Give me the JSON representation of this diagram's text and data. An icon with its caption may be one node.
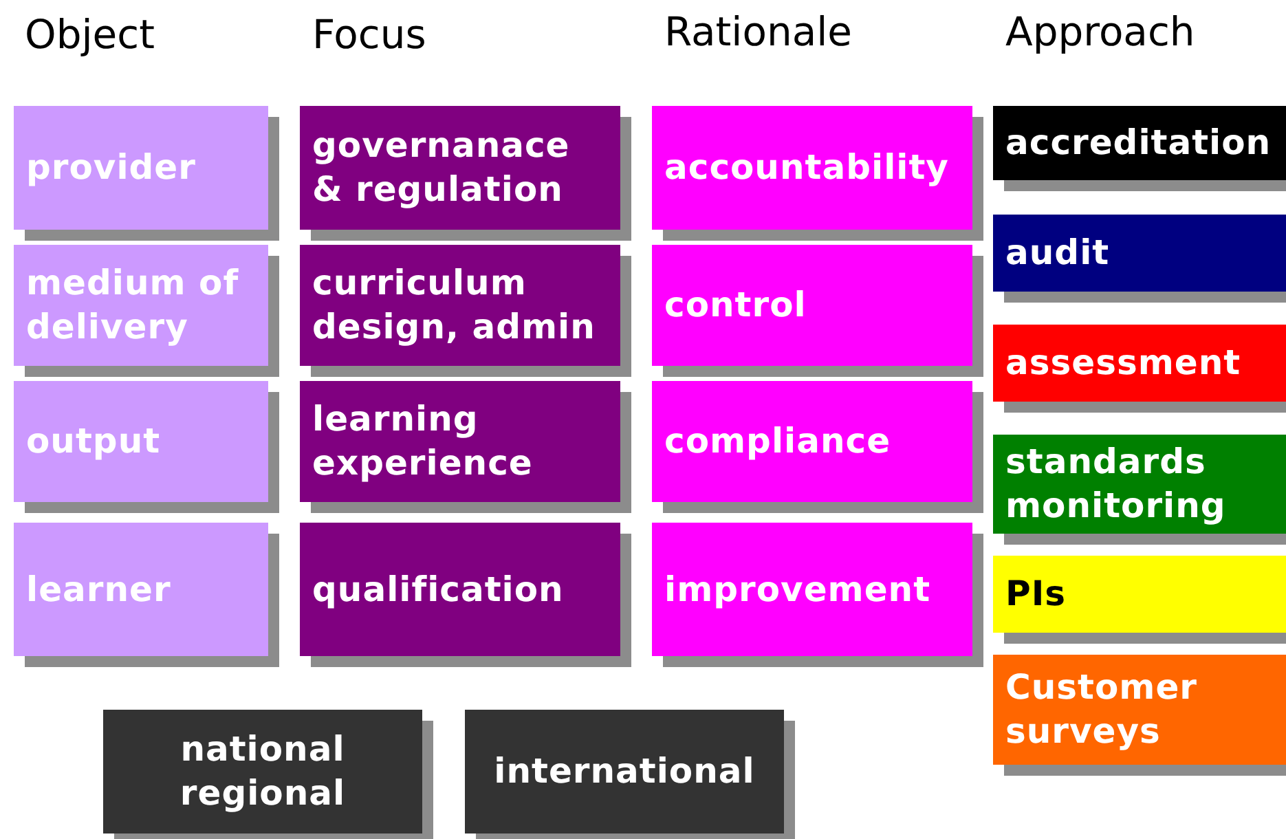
{
  "diagram": {
    "nodes": [
      {
        "text": [
          "provider"
        ]
      },
      {
        "text": [
          "medium of delivery"
        ]
      },
      {
        "text": [
          "output"
        ]
      },
      {
        "text": [
          "learner"
        ]
      },
      {
        "text": [
          "governanace & regulation"
        ]
      },
      {
        "text": [
          "curriculum design, admin"
        ]
      },
      {
        "text": [
          "learning experience"
        ]
      },
      {
        "text": [
          "qualification"
        ]
      },
      {
        "text": [
          "accountability"
        ]
      },
      {
        "text": [
          "control"
        ]
      },
      {
        "text": [
          "compliance"
        ]
      },
      {
        "text": [
          "improvement"
        ]
      },
      {
        "text": [
          "accreditation"
        ]
      },
      {
        "text": [
          "audit"
        ]
      },
      {
        "text": [
          "assessment"
        ]
      },
      {
        "text": [
          "standards monitoring"
        ]
      },
      {
        "text": [
          "PIs"
        ]
      },
      {
        "text": [
          "Customer surveys"
        ]
      },
      {
        "text": [
          "national regional"
        ]
      },
      {
        "text": [
          "international"
        ]
      }
    ],
    "edges": [],
    "labels": [
      "Object",
      "Focus",
      "Rationale",
      "Approach"
    ]
  }
}
